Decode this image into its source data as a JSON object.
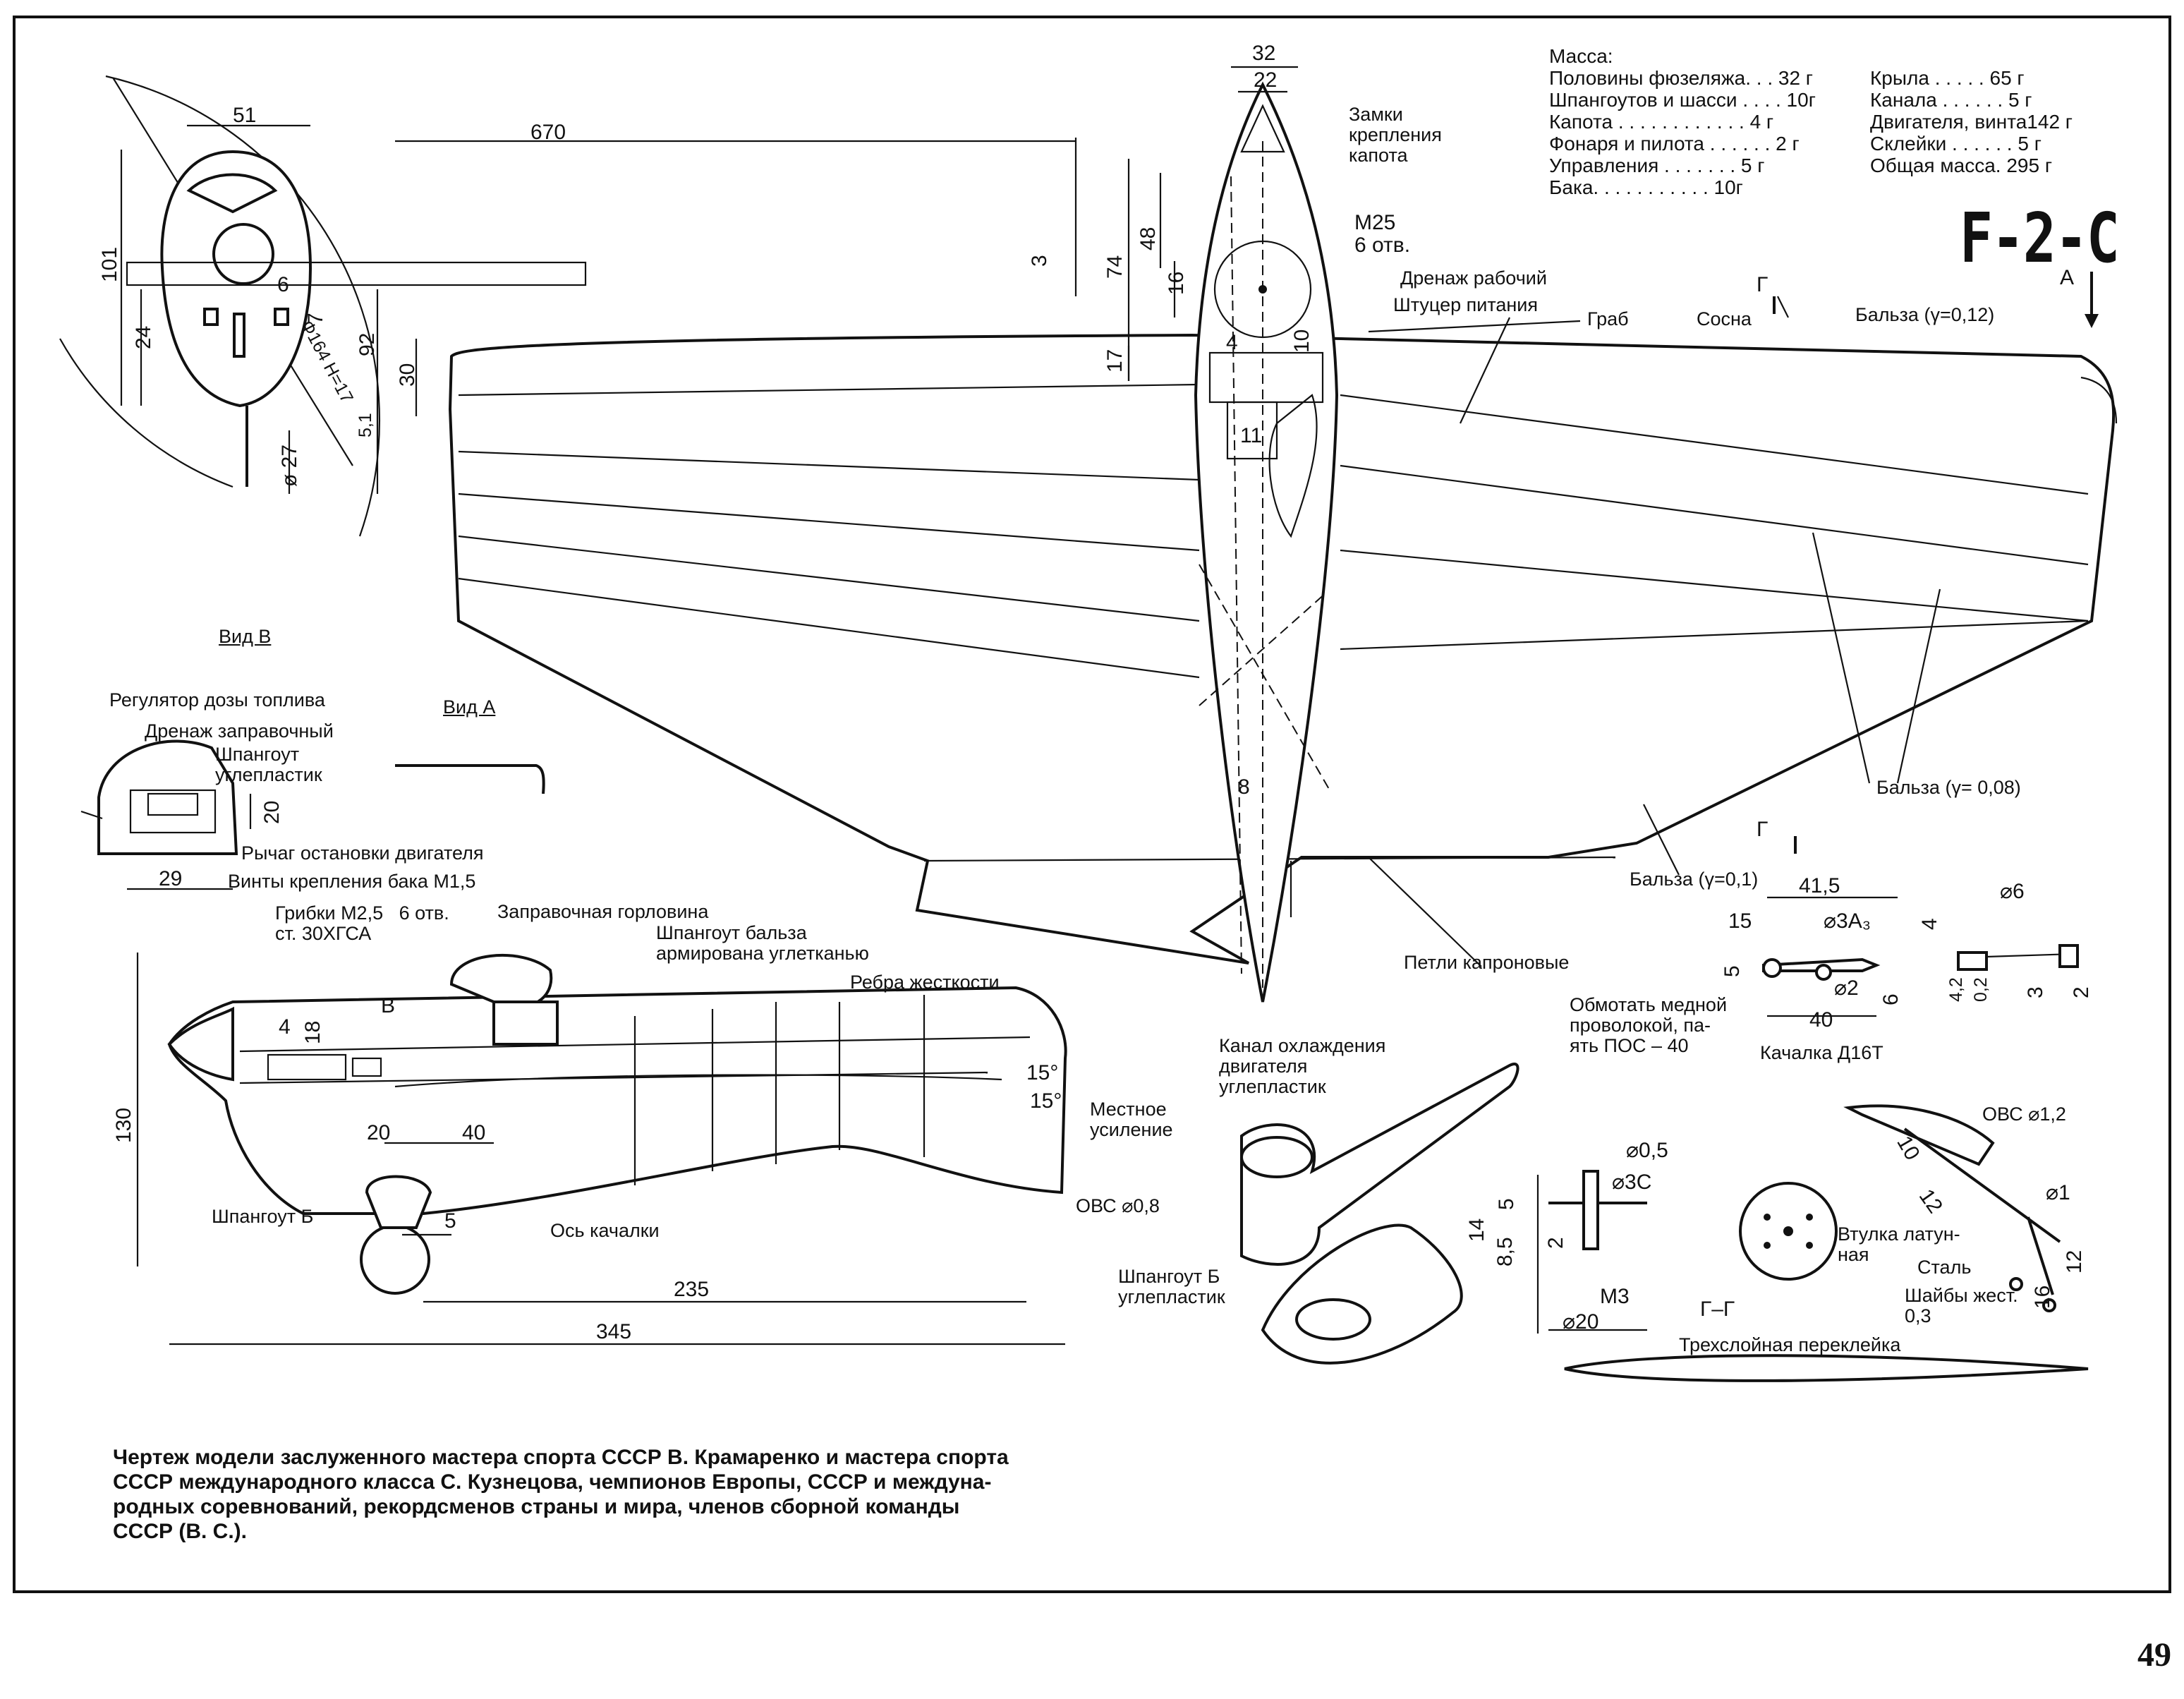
{
  "designation": "F-2-C",
  "page_number": "49",
  "mass_table": {
    "title": "Масса:",
    "left": [
      "Половины фюзеляжа. . . 32 г",
      "Шпангоутов и шасси . . . . 10г",
      "Капота . . . . . . . . . . . . 4 г",
      "Фонаря и пилота . . . . . . 2 г",
      "Управления . . . . . . . 5 г",
      "Бака. . . . . . . . . . . 10г"
    ],
    "right": [
      "Крыла . . . . . 65 г",
      "Канала . . . . . . 5 г",
      "Двигателя, винта142 г",
      "Склейки . . . . . . 5 г",
      "Общая масса. 295 г"
    ]
  },
  "front_view": {
    "dims": [
      "51",
      "101",
      "6",
      "24",
      "7",
      "92",
      "Ф164 Н=17",
      "5,1",
      "ø 27"
    ]
  },
  "top_view": {
    "dims": [
      "670",
      "3",
      "30",
      "32",
      "22",
      "74",
      "48",
      "16",
      "17",
      "4",
      "10",
      "11",
      "8"
    ],
    "labels": {
      "hood_locks": "Замки\nкрепления\nкапота",
      "m25": "М25\n6 отв.",
      "drain_work": "Дренаж рабочий",
      "fuel_fitting": "Штуцер питания",
      "hornbeam": "Граб",
      "pine": "Сосна",
      "balsa_012": "Бальза (γ=0,12)",
      "balsa_008": "Бальза (γ= 0,08)",
      "balsa_01": "Бальза (γ=0,1)",
      "nylon_hinges": "Петли капроновые",
      "section_g": "Г",
      "view_a": "А"
    }
  },
  "view_b": {
    "title": "Вид В",
    "fuel_regulator": "Регулятор дозы топлива",
    "fill_drain": "Дренаж заправочный",
    "frame_cf": "Шпангоут\nуглепластик",
    "stop_lever": "Рычаг остановки двигателя",
    "tank_screws": "Винты крепления бака М1,5",
    "dims": [
      "20",
      "29"
    ]
  },
  "view_a": {
    "title": "Вид А"
  },
  "side_view": {
    "fungi": "Грибки М2,5   6 отв.\nст. 30ХГСА",
    "filler_neck": "Заправочная горловина",
    "frame_balsa": "Шпангоут бальза\nармирована углетканью",
    "ribs": "Ребра жесткости",
    "local_reinf": "Местное\nусиление",
    "ovs_08": "ОВС ⌀0,8",
    "frame_b": "Шпангоут Б",
    "rocker_axis": "Ось качалки",
    "label_b": "В",
    "dims": [
      "4",
      "18",
      "130",
      "20",
      "40",
      "15°",
      "15°",
      "5",
      "235",
      "345"
    ]
  },
  "rocker": {
    "dims": [
      "41,5",
      "15",
      "⌀3А₃",
      "5",
      "⌀2",
      "6",
      "40",
      "⌀6",
      "4",
      "4,2",
      "0,2",
      "3",
      "2"
    ],
    "note": "Обмотать медной\nпроволокой, па-\nять ПОС – 40",
    "title": "Качалка Д16Т"
  },
  "cooling": {
    "channel": "Канал охлаждения\nдвигателя\nуглепластик",
    "frame_b": "Шпангоут Б\nуглепластик"
  },
  "bushing": {
    "dims": [
      "⌀0,5",
      "⌀3С",
      "5",
      "14",
      "8,5",
      "2",
      "М3",
      "⌀20"
    ],
    "label": "Втулка латун-\nная"
  },
  "wire_detail": {
    "ovs": "ОВС ⌀1,2",
    "dims": [
      "10",
      "12",
      "⌀1",
      "12",
      "16"
    ],
    "steel": "Сталь",
    "washers": "Шайбы жест.\n0,3"
  },
  "section_gg": {
    "title": "Г–Г",
    "label": "Трехслойная переклейка"
  },
  "caption": "Чертеж модели заслуженного мастера спорта СССР В. Крамаренко и мастера спорта\nСССР международного класса С. Кузнецова, чемпионов Европы, СССР и междуна-\nродных соревнований, рекордсменов страны и мира, членов сборной команды\nСССР (В. С.)."
}
